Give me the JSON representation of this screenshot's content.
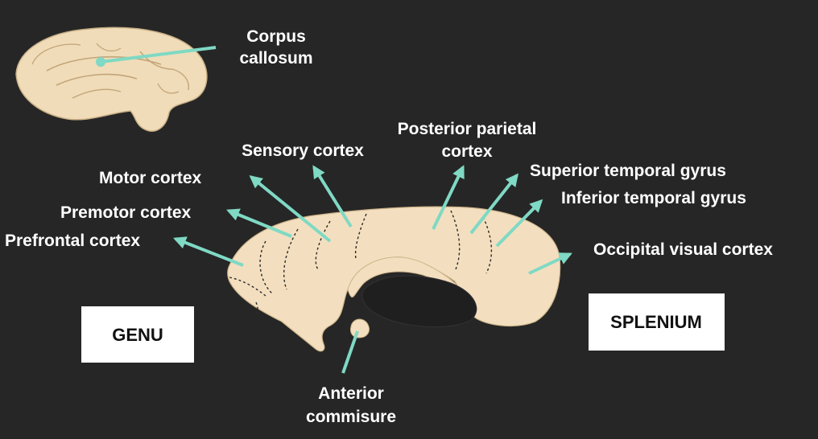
{
  "colors": {
    "background": "#262626",
    "tissue": "#f3dfbf",
    "tissue_outline": "#cdb48a",
    "arrow": "#7fd9c4",
    "label_text": "#ffffff",
    "box_fill": "#ffffff",
    "box_text": "#111111"
  },
  "labels": {
    "corpus_callosum_1": "Corpus",
    "corpus_callosum_2": "callosum",
    "posterior_parietal_1": "Posterior parietal",
    "posterior_parietal_2": "cortex",
    "sensory": "Sensory cortex",
    "superior_temporal": "Superior temporal gyrus",
    "motor": "Motor cortex",
    "inferior_temporal": "Inferior temporal gyrus",
    "premotor": "Premotor cortex",
    "prefrontal": "Prefrontal cortex",
    "occipital": "Occipital visual cortex",
    "anterior_commissure_1": "Anterior",
    "anterior_commissure_2": "commisure"
  },
  "boxes": {
    "genu": "GENU",
    "splenium": "SPLENIUM"
  },
  "icons": {
    "brain": "brain-sagittal-icon",
    "pointer": "arrow-icon"
  }
}
